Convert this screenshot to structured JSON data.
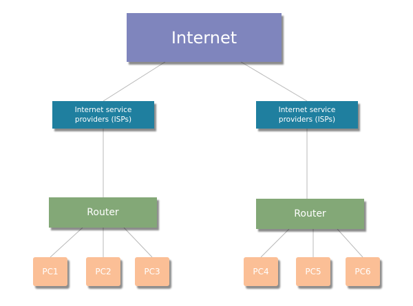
{
  "diagram": {
    "root": {
      "label": "Internet"
    },
    "isps": [
      {
        "label": "Internet service providers (ISPs)"
      },
      {
        "label": "Internet service providers (ISPs)"
      }
    ],
    "routers": [
      {
        "label": "Router"
      },
      {
        "label": "Router"
      }
    ],
    "pcs": [
      {
        "label": "PC1"
      },
      {
        "label": "PC2"
      },
      {
        "label": "PC3"
      },
      {
        "label": "PC4"
      },
      {
        "label": "PC5"
      },
      {
        "label": "PC6"
      }
    ],
    "colors": {
      "internet": "#7f85bd",
      "isp": "#1f7f9f",
      "router": "#83a877",
      "pc": "#fbbf96",
      "text": "#ffffff",
      "connector": "#b8b8b8"
    }
  }
}
